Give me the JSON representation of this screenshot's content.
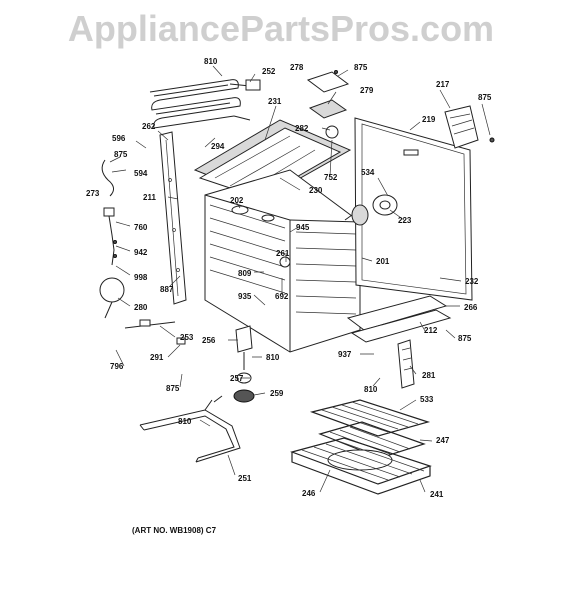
{
  "watermark": "AppliancePartsPros.com",
  "caption": "(ART NO. WB1908) C7",
  "callouts": {
    "c810a": "810",
    "c252": "252",
    "c278": "278",
    "c875a": "875",
    "c217": "217",
    "c875b": "875",
    "c279": "279",
    "c231": "231",
    "c219": "219",
    "c262": "262",
    "c282": "282",
    "c596": "596",
    "c875c": "875",
    "c294": "294",
    "c594": "594",
    "c752": "752",
    "c273": "273",
    "c230": "230",
    "c534": "534",
    "c211": "211",
    "c202": "202",
    "c223": "223",
    "c760": "760",
    "c945": "945",
    "c942": "942",
    "c261": "261",
    "c201": "201",
    "c998": "998",
    "c809": "809",
    "c887": "887",
    "c692": "692",
    "c232": "232",
    "c935": "935",
    "c280": "280",
    "c266": "266",
    "c253": "253",
    "c212": "212",
    "c256": "256",
    "c875d": "875",
    "c291": "291",
    "c796": "796",
    "c937": "937",
    "c810b": "810",
    "c257": "257",
    "c810c": "810",
    "c281": "281",
    "c875e": "875",
    "c259": "259",
    "c533": "533",
    "c810d": "810",
    "c247": "247",
    "c251": "251",
    "c246": "246",
    "c241": "241"
  }
}
